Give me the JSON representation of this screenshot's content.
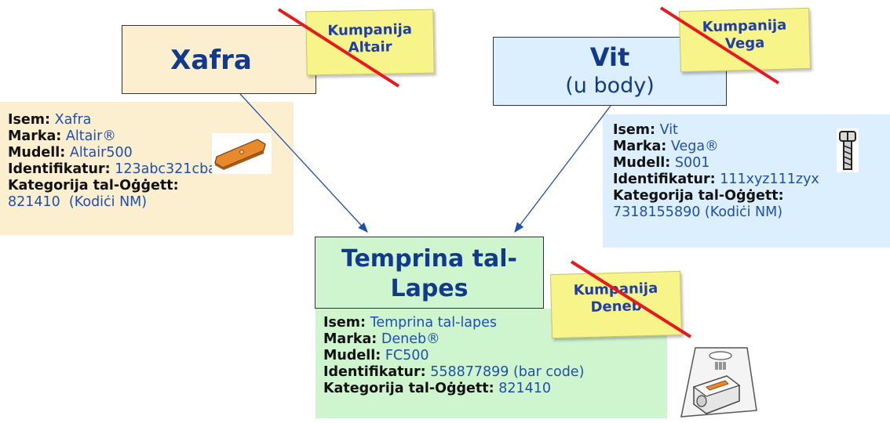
{
  "left_component": {
    "title": "Xafra",
    "note": [
      "Kumpanija",
      "Altair"
    ],
    "info": [
      {
        "key": "Isem:",
        "value": "Xafra"
      },
      {
        "key": "Marka:",
        "value": "Altair®"
      },
      {
        "key": "Mudell:",
        "value": "Altair500"
      },
      {
        "key": "Identifikatur:",
        "value": "123abc321cba"
      },
      {
        "key": "Kategorija tal-Oġġett:",
        "value": ""
      },
      {
        "key": "",
        "value": "821410  (Kodiċi NM)"
      }
    ],
    "icon": "blade-icon"
  },
  "right_component": {
    "title": "Vit",
    "subtitle": "(u body)",
    "note": [
      "Kumpanija",
      "Vega"
    ],
    "info": [
      {
        "key": "Isem:",
        "value": "Vit"
      },
      {
        "key": "Marka:",
        "value": "Vega®"
      },
      {
        "key": "Mudell:",
        "value": "S001"
      },
      {
        "key": "Identifikatur:",
        "value": "111xyz111zyx"
      },
      {
        "key": "Kategorija tal-Oġġett:",
        "value": ""
      },
      {
        "key": "",
        "value": "7318155890 (Kodiċi NM)"
      }
    ],
    "icon": "screw-icon"
  },
  "product": {
    "title_line1": "Temprina tal-",
    "title_line2": "Lapes",
    "note": [
      "Kumpanija",
      "Deneb"
    ],
    "info": [
      {
        "key": "Isem:",
        "value": "Temprina tal-lapes"
      },
      {
        "key": "Marka:",
        "value": "Deneb®"
      },
      {
        "key": "Mudell:",
        "value": "FC500"
      },
      {
        "key": "Identifikatur:",
        "value": "558877899 (bar code)"
      },
      {
        "key": "Kategorija tal-Oġġett:",
        "value": "821410"
      }
    ],
    "icon": "packaged-sharpener-icon"
  },
  "colors": {
    "left_fill": "#fbefd0",
    "right_fill": "#dcefff",
    "product_fill": "#cff5cf",
    "note_fill": "#f7f48a",
    "strike": "#e8191c",
    "text_blue": "#1f4fae",
    "title_blue": "#123a8c"
  }
}
